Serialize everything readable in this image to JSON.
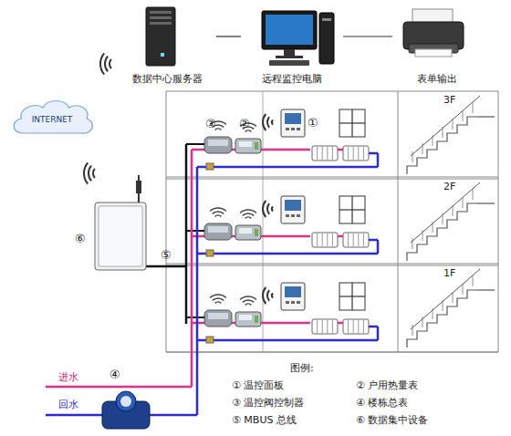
{
  "diagram": {
    "nodes": [
      {
        "text": [
          "数据中心服务器"
        ]
      },
      {
        "text": [
          "远程监控电脑"
        ]
      },
      {
        "text": [
          "表单输出"
        ]
      },
      {
        "text": [
          "INTERNET"
        ]
      }
    ],
    "edges": [
      {
        "from": 0,
        "to": 1,
        "arrow": "none"
      },
      {
        "from": 1,
        "to": 2,
        "arrow": "none"
      }
    ],
    "labels": [
      "3F",
      "2F",
      "1F",
      "③",
      "②",
      "①",
      "⑥",
      "⑤",
      "④",
      "进水",
      "回水",
      "图例:"
    ],
    "legend": [
      {
        "text": "① 温控面板"
      },
      {
        "text": "② 户用热量表"
      },
      {
        "text": "③ 温控阀控制器"
      },
      {
        "text": "④ 楼栋总表"
      },
      {
        "text": "⑤ MBUS 总线"
      },
      {
        "text": "⑥ 数据集中设备"
      }
    ]
  }
}
